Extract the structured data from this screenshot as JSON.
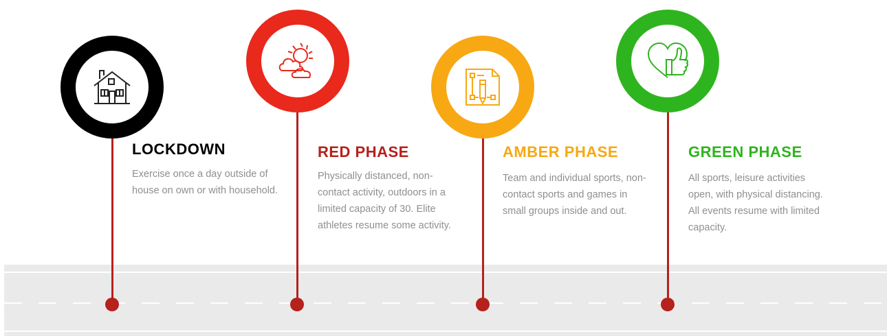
{
  "phases": [
    {
      "title": "LOCKDOWN",
      "description": "Exercise once a day outside of house on own or with household.",
      "color": "#000000",
      "icon": "house-icon"
    },
    {
      "title": "RED PHASE",
      "description": "Physically distanced, non-contact activity, outdoors in a limited capacity of 30. Elite athletes resume some activity.",
      "color": "#e8291c",
      "icon": "sun-cloud-icon"
    },
    {
      "title": "AMBER PHASE",
      "description": "Team and individual sports, non-contact sports and games in small groups inside and out.",
      "color": "#f7a813",
      "icon": "blueprint-pencil-icon"
    },
    {
      "title": "GREEN PHASE",
      "description": "All sports, leisure activities open, with physical distancing. All events resume with limited capacity.",
      "color": "#2eb41e",
      "icon": "heart-thumbs-up-icon"
    }
  ],
  "colors": {
    "stem": "#b5211c",
    "road": "#eaeaea",
    "description_text": "#8f8f8f"
  }
}
